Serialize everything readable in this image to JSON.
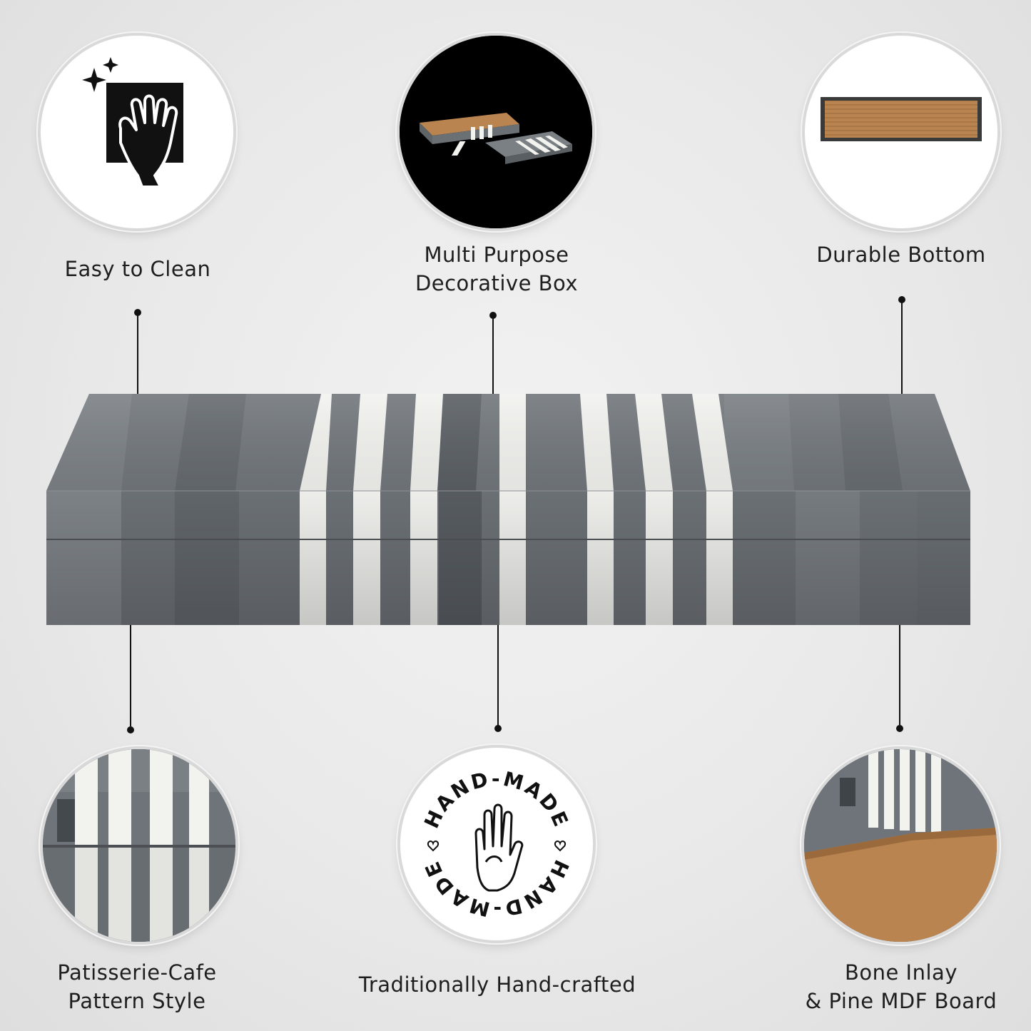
{
  "features": {
    "easy_clean": {
      "line1": "Easy to Clean"
    },
    "multi_purpose": {
      "line1": "Multi Purpose",
      "line2": "Decorative Box"
    },
    "durable_bottom": {
      "line1": "Durable Bottom"
    },
    "pattern_style": {
      "line1": "Patisserie-Cafe",
      "line2": "Pattern Style"
    },
    "handcrafted": {
      "line1": "Traditionally Hand-crafted"
    },
    "materials": {
      "line1": "Bone Inlay",
      "line2": "& Pine MDF Board"
    }
  },
  "badge": {
    "top": "HAND-MADE",
    "bottom": "HAND-MADE"
  },
  "colors": {
    "bone_grey": "#6d7277",
    "bone_white": "#f2f2ef",
    "wood": "#b9844f",
    "line": "#111111"
  },
  "icons": {
    "easy_clean": "hand-wiping-cloth-icon",
    "handcrafted": "raised-hand-icon"
  }
}
